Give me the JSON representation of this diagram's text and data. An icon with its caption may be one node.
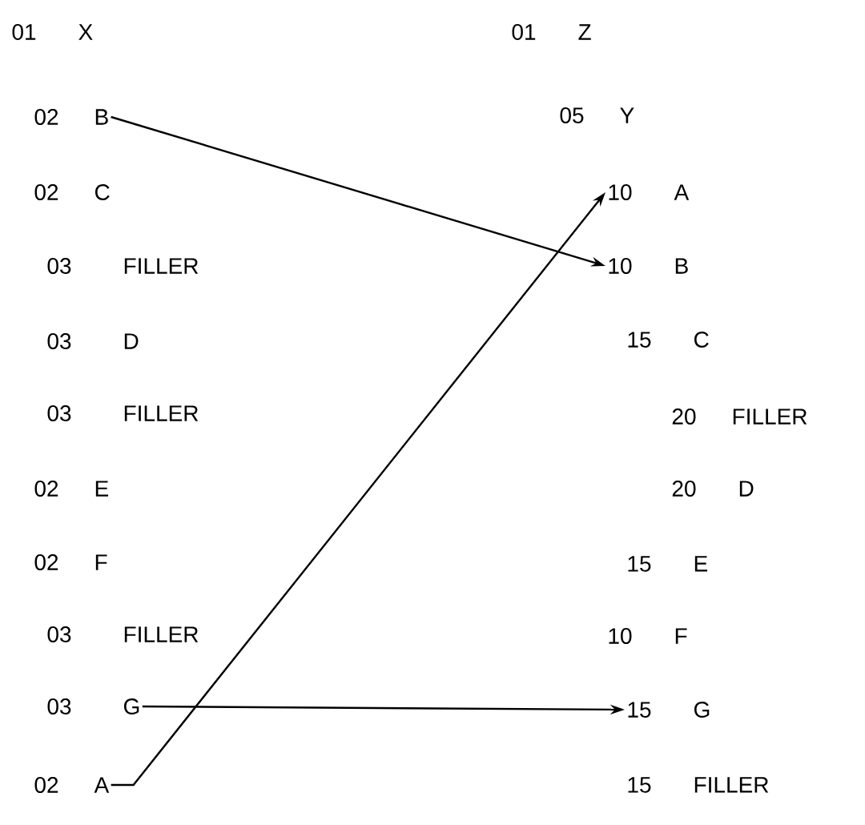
{
  "diagram": {
    "nodes": [
      {
        "text": [
          "01",
          "X"
        ]
      },
      {
        "text": [
          "02",
          "B"
        ]
      },
      {
        "text": [
          "02",
          "C"
        ]
      },
      {
        "text": [
          "03",
          "FILLER"
        ]
      },
      {
        "text": [
          "03",
          "D"
        ]
      },
      {
        "text": [
          "03",
          "FILLER"
        ]
      },
      {
        "text": [
          "02",
          "E"
        ]
      },
      {
        "text": [
          "02",
          "F"
        ]
      },
      {
        "text": [
          "03",
          "FILLER"
        ]
      },
      {
        "text": [
          "03",
          "G"
        ]
      },
      {
        "text": [
          "02",
          "A"
        ]
      },
      {
        "text": [
          "01",
          "Z"
        ]
      },
      {
        "text": [
          "05",
          "Y"
        ]
      },
      {
        "text": [
          "10",
          "A"
        ]
      },
      {
        "text": [
          "10",
          "B"
        ]
      },
      {
        "text": [
          "15",
          "C"
        ]
      },
      {
        "text": [
          "20",
          "FILLER"
        ]
      },
      {
        "text": [
          "20",
          "D"
        ]
      },
      {
        "text": [
          "15",
          "E"
        ]
      },
      {
        "text": [
          "10",
          "F"
        ]
      },
      {
        "text": [
          "15",
          "G"
        ]
      },
      {
        "text": [
          "15",
          "FILLER"
        ]
      }
    ],
    "edges": [
      {
        "from": 1,
        "to": 14,
        "arrow": "to"
      },
      {
        "from": 9,
        "to": 20,
        "arrow": "to"
      },
      {
        "from": 10,
        "to": 13,
        "arrow": "to"
      }
    ]
  }
}
